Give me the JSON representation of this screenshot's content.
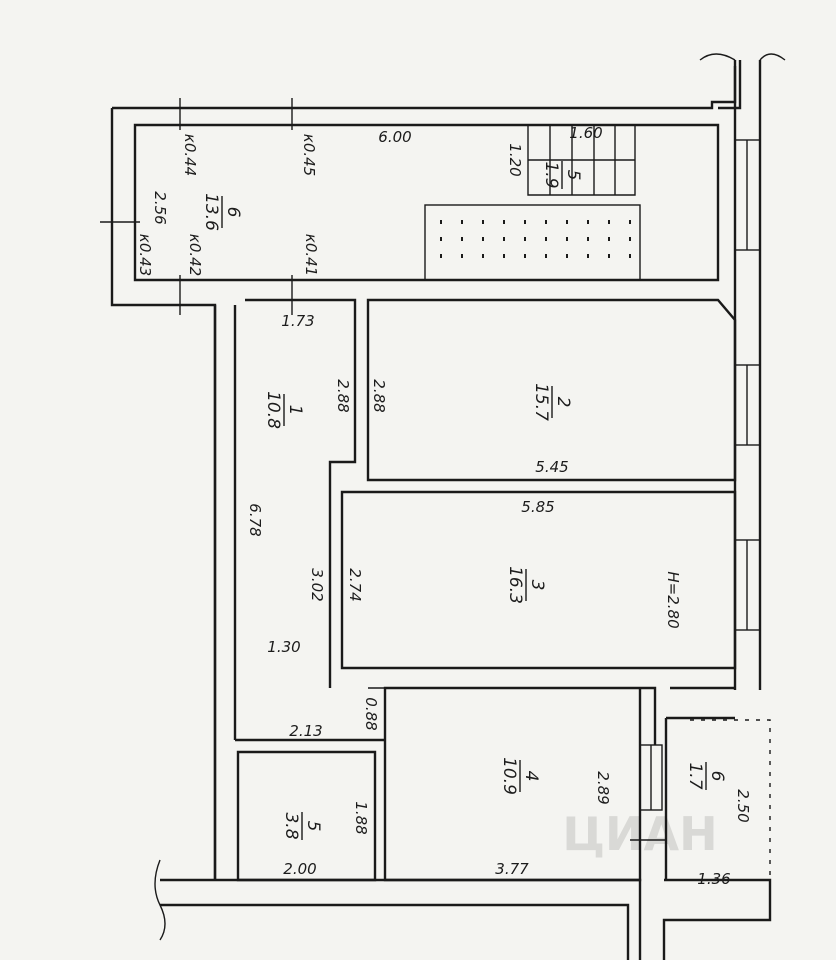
{
  "watermark": "ЦИАН",
  "rooms": [
    {
      "id": "1",
      "number": "1",
      "area": "10.8"
    },
    {
      "id": "2",
      "number": "2",
      "area": "15.7"
    },
    {
      "id": "3",
      "number": "3",
      "area": "16.3"
    },
    {
      "id": "4",
      "number": "4",
      "area": "10.9"
    },
    {
      "id": "5",
      "number": "5",
      "area": "3.8"
    },
    {
      "id": "6a",
      "number": "6",
      "area": "13.6"
    },
    {
      "id": "6b",
      "number": "6",
      "area": "1.7"
    },
    {
      "id": "stair",
      "number": "5",
      "area": "1.9"
    }
  ],
  "dimensions": {
    "balcony_length": "6.00",
    "balcony_width": "2.56",
    "stair_a": "1.60",
    "stair_b": "1.20",
    "hall_top": "1.73",
    "hall_side_left": "2.88",
    "hall_side_right": "2.88",
    "hall_length": "6.78",
    "hall_width": "1.30",
    "room2_length": "5.45",
    "room3_length": "5.85",
    "room3_side_left": "3.02",
    "room3_side_right": "2.74",
    "room3_height": "H=2.80",
    "corridor_gap": "0.88",
    "bath_top": "2.13",
    "bath_bottom": "2.00",
    "bath_side": "1.88",
    "room4_side": "2.89",
    "room4_bottom": "3.77",
    "loggia_bottom": "1.36",
    "loggia_side": "2.50"
  },
  "openings": {
    "k044": "к0.44",
    "k045": "к0.45",
    "k043": "к0.43",
    "k042": "к0.42",
    "k041": "к0.41"
  }
}
